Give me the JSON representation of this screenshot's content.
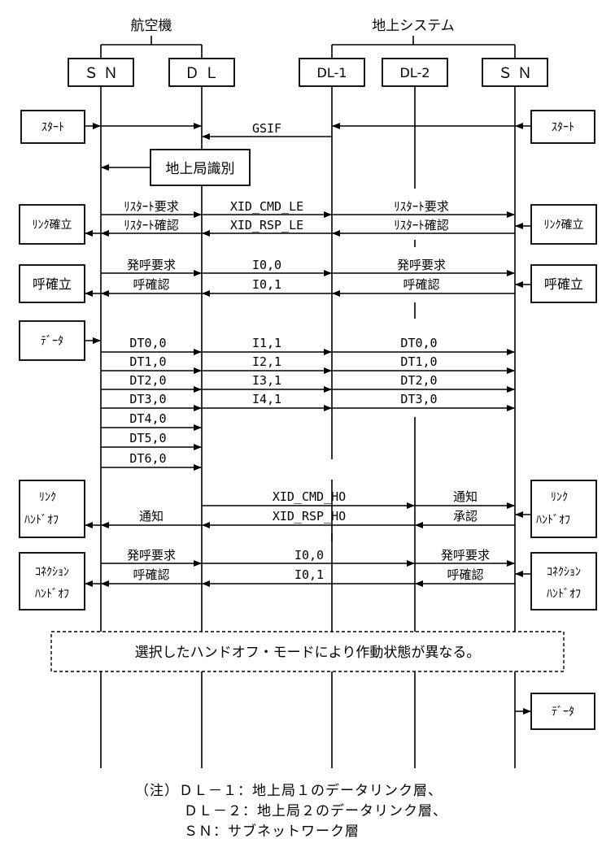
{
  "groups": {
    "aircraft": "航空機",
    "ground": "地上システム"
  },
  "entities": {
    "sn_air": "ＳＮ",
    "dl_air": "ＤＬ",
    "dl1": "DL-1",
    "dl2": "DL-2",
    "sn_ground": "ＳＮ"
  },
  "side_boxes": {
    "start_left": "ｽﾀｰﾄ",
    "start_right": "ｽﾀｰﾄ",
    "link_left": "ﾘﾝｸ確立",
    "link_right": "ﾘﾝｸ確立",
    "call_left": "呼確立",
    "call_right": "呼確立",
    "data_left": "ﾃﾞｰﾀ",
    "handoff_left_1": "ﾘﾝｸ",
    "handoff_left_2": "ﾊﾝﾄﾞｵﾌ",
    "handoff_right_1": "ﾘﾝｸ",
    "handoff_right_2": "ﾊﾝﾄﾞｵﾌ",
    "conn_left_1": "ｺﾈｸｼｮﾝ",
    "conn_left_2": "ﾊﾝﾄﾞｵﾌ",
    "conn_right_1": "ｺﾈｸｼｮﾝ",
    "conn_right_2": "ﾊﾝﾄﾞｵﾌ",
    "data_right": "ﾃﾞｰﾀ"
  },
  "messages": {
    "gsif": "GSIF",
    "ground_id": "地上局識別",
    "restart_req_l": "ﾘｽﾀｰﾄ要求",
    "xid_cmd_le": "XID_CMD_LE",
    "restart_req_r": "ﾘｽﾀｰﾄ要求",
    "restart_cfm_l": "ﾘｽﾀｰﾄ確認",
    "xid_rsp_le": "XID_RSP_LE",
    "restart_cfm_r": "ﾘｽﾀｰﾄ確認",
    "call_req_l": "発呼要求",
    "i00": "I0,0",
    "call_req_r": "発呼要求",
    "call_cfm_l": "呼確認",
    "i01": "I0,1",
    "call_cfm_r": "呼確認",
    "dt0_l": "DT0,0",
    "i11": "I1,1",
    "dt0_r": "DT0,0",
    "dt1_l": "DT1,0",
    "i21": "I2,1",
    "dt1_r": "DT1,0",
    "dt2_l": "DT2,0",
    "i31": "I3,1",
    "dt2_r": "DT2,0",
    "dt3_l": "DT3,0",
    "i41": "I4,1",
    "dt3_r": "DT3,0",
    "dt4_l": "DT4,0",
    "dt5_l": "DT5,0",
    "dt6_l": "DT6,0",
    "xid_cmd_ho": "XID_CMD_HO",
    "notify_r": "通知",
    "notify_l": "通知",
    "xid_rsp_ho": "XID_RSP_HO",
    "ack_r": "承認",
    "call_req2_l": "発呼要求",
    "i00b": "I0,0",
    "call_req2_r": "発呼要求",
    "call_cfm2_l": "呼確認",
    "i01b": "I0,1",
    "call_cfm2_r": "呼確認"
  },
  "dotted_note": "選択したハンドオフ・モードにより作動状態が異なる。",
  "footnote": {
    "line1": "（注）ＤＬ－１：地上局１のデータリンク層、",
    "line2": "ＤＬ－２：地上局２のデータリンク層、",
    "line3": "ＳＮ：サブネットワーク層"
  }
}
